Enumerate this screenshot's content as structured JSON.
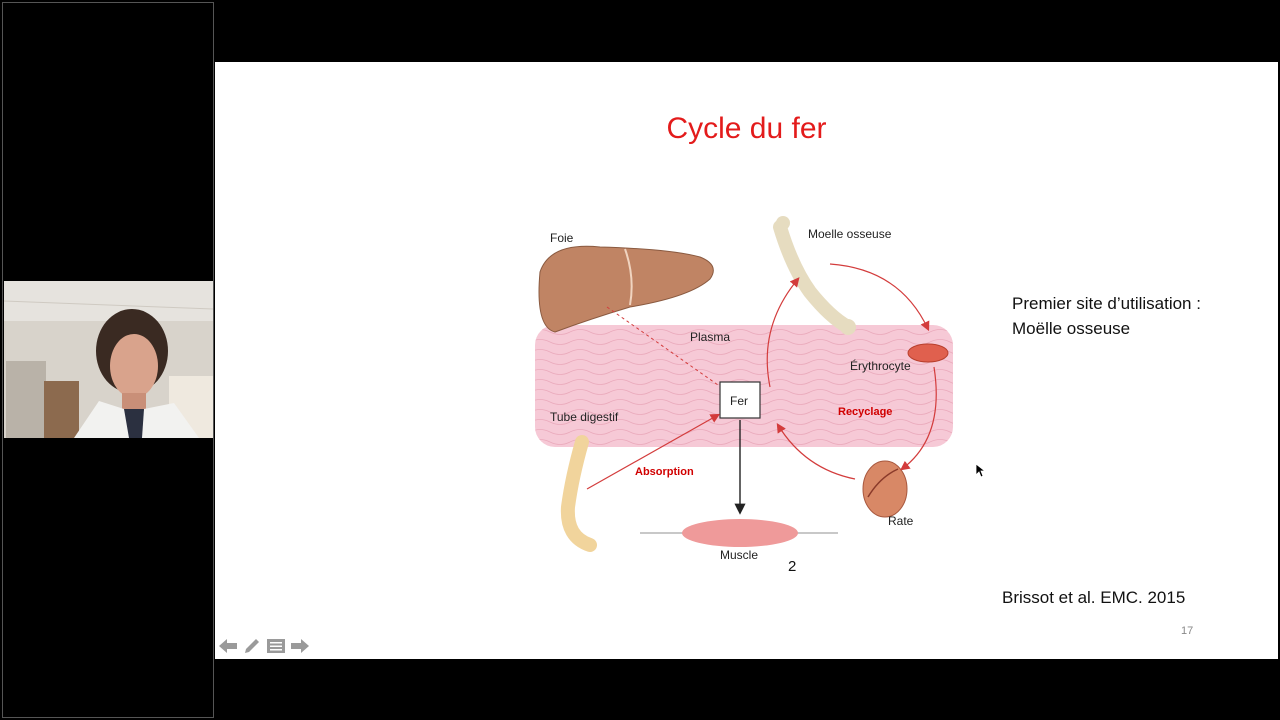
{
  "slide": {
    "title": "Cycle du fer",
    "side_note": [
      "Premier site d’utilisation :",
      "Moëlle osseuse"
    ],
    "citation": "Brissot et al. EMC. 2015",
    "page_number": "17"
  },
  "diagram": {
    "labels": {
      "foie": "Foie",
      "moelle": "Moelle osseuse",
      "plasma": "Plasma",
      "erythrocyte": "Érythrocyte",
      "fer": "Fer",
      "tube": "Tube digestif",
      "recyclage": "Recyclage",
      "absorption": "Absorption",
      "rate": "Rate",
      "muscle": "Muscle",
      "figure_num": "2"
    }
  },
  "toolbar": {
    "icons": [
      "arrow-left-icon",
      "pen-icon",
      "menu-icon",
      "arrow-right-icon"
    ]
  },
  "colors": {
    "title": "#e31b1b",
    "plasma": "#f6c9d6",
    "arrow_red": "#d33c3c",
    "label_red": "#d10000"
  }
}
